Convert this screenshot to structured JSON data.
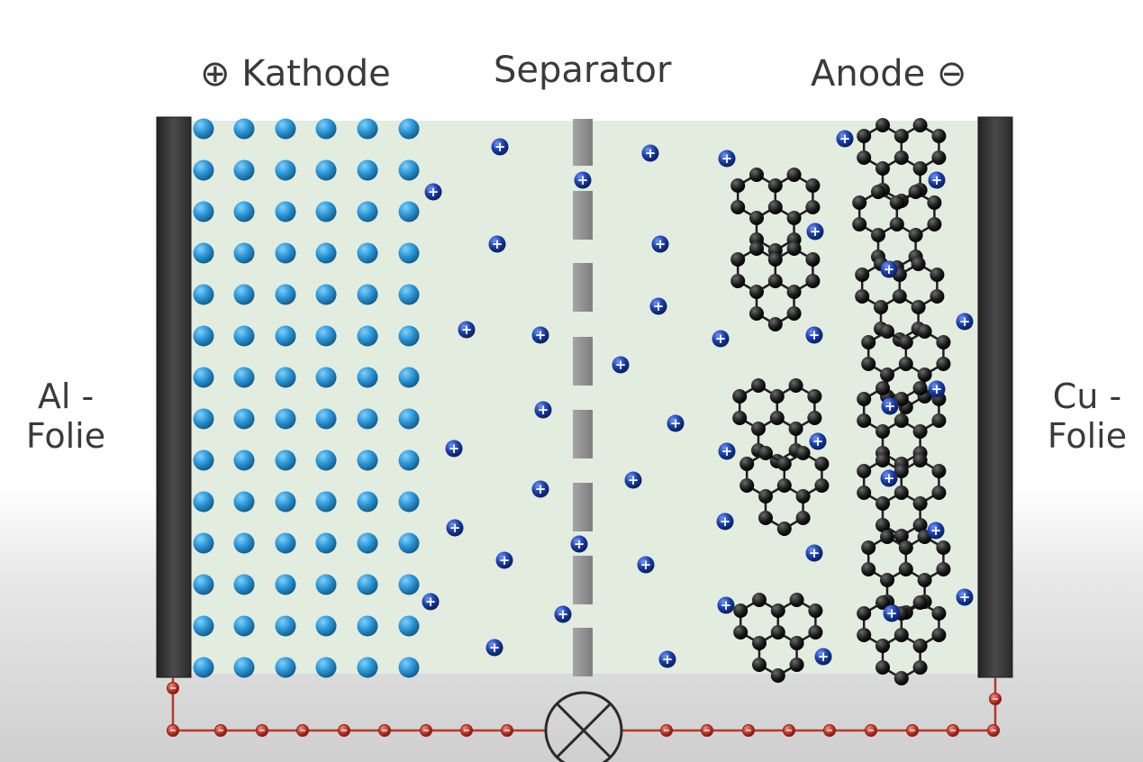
{
  "labels": {
    "cathode": "⊕ Kathode",
    "separator": "Separator",
    "anode": "Anode ⊖",
    "left_foil_line1": "Al -",
    "left_foil_line2": "Folie",
    "right_foil_line1": "Cu -",
    "right_foil_line2": "Folie"
  },
  "ion_symbol": "+",
  "colors": {
    "electrolyte": "#e2ecdf",
    "foil": "#3a3a3a",
    "cathode_particle": "#2a94d4",
    "lithium_ion": "#1a3fa8",
    "graphite_atom": "#1f1f1f",
    "separator": "#8e8e8e",
    "electron": "#c0392b",
    "wire": "#b03a2e"
  },
  "icons": [
    "lamp-icon"
  ]
}
